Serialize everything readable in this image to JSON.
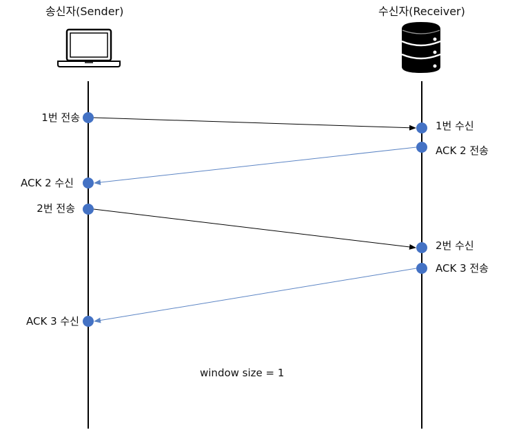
{
  "sender": {
    "label": "송신자(Sender)",
    "icon": "laptop-icon"
  },
  "receiver": {
    "label": "수신자(Receiver)",
    "icon": "database-icon"
  },
  "events": {
    "send1": "1번 전송",
    "recv1": "1번 수신",
    "ack2_send": "ACK 2 전송",
    "ack2_recv": "ACK 2 수신",
    "send2": "2번 전송",
    "recv2": "2번 수신",
    "ack3_send": "ACK 3 전송",
    "ack3_recv": "ACK 3 수신"
  },
  "messages": [
    {
      "name": "packet-1",
      "from": "sender",
      "to": "receiver",
      "kind": "data"
    },
    {
      "name": "ack-2",
      "from": "receiver",
      "to": "sender",
      "kind": "ack"
    },
    {
      "name": "packet-2",
      "from": "sender",
      "to": "receiver",
      "kind": "data"
    },
    {
      "name": "ack-3",
      "from": "receiver",
      "to": "sender",
      "kind": "ack"
    }
  ],
  "note": "window size = 1",
  "colors": {
    "node": "#4472c4",
    "data_arrow": "#000000",
    "ack_arrow": "#5b84c4",
    "lifeline": "#000000"
  }
}
